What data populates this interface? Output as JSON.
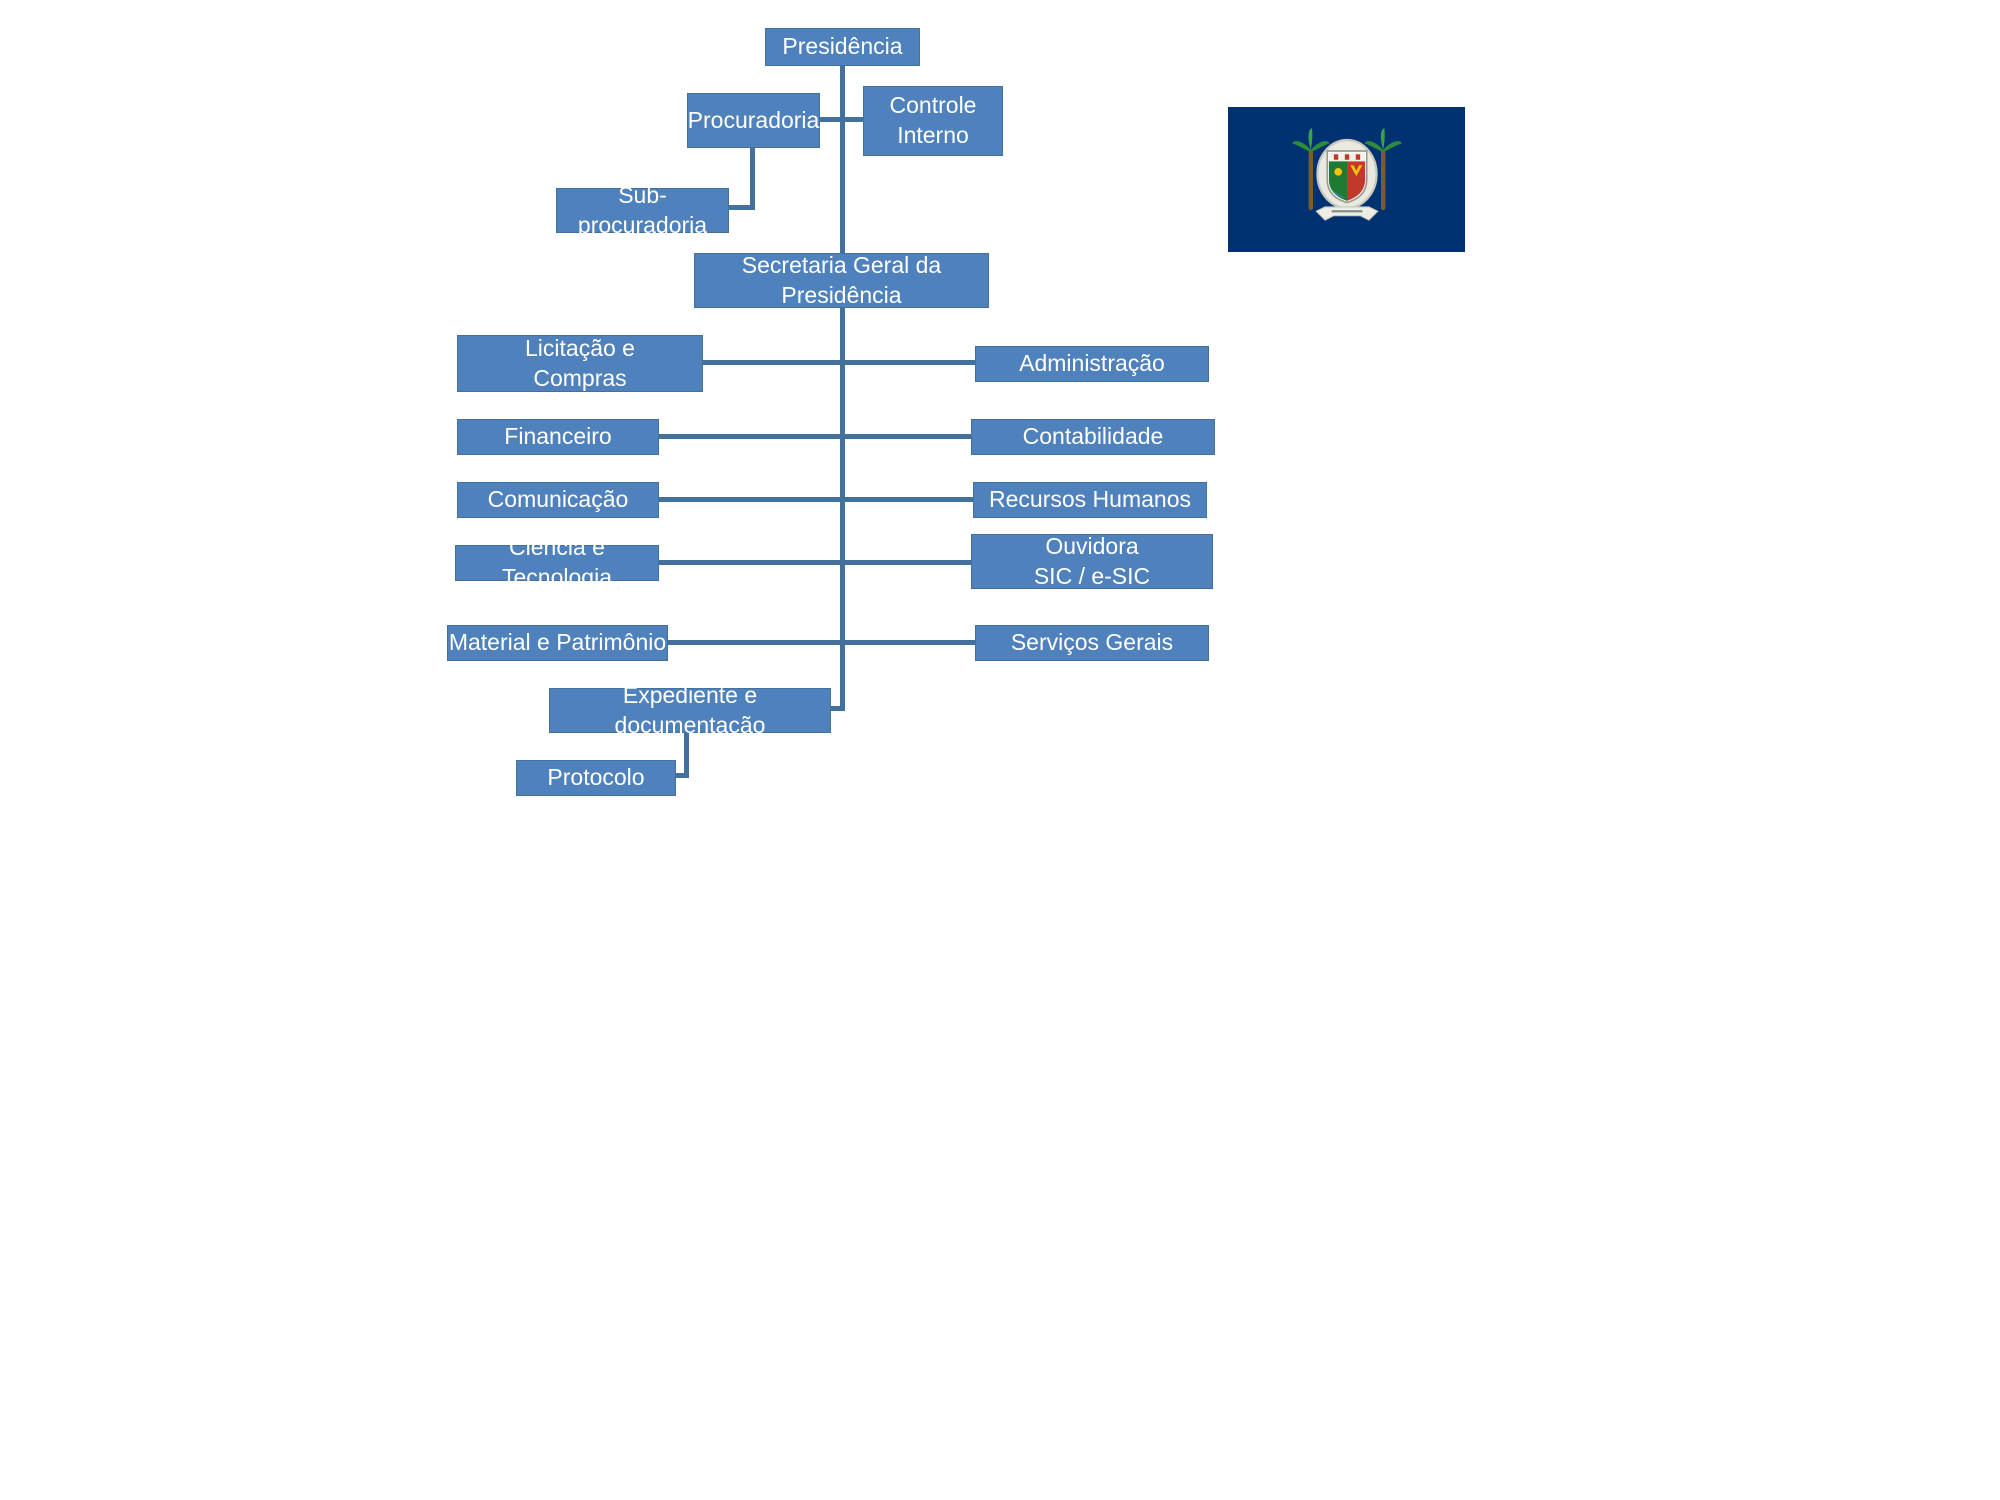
{
  "diagram": {
    "box_fill": "#4f81bd",
    "box_border": "#41719c",
    "line_color": "#41719c",
    "text_color": "#ffffff",
    "nodes": {
      "presidencia": {
        "label": "Presidência"
      },
      "procuradoria": {
        "label": "Procuradoria"
      },
      "controle_interno": {
        "label": "Controle\nInterno"
      },
      "sub_procuradoria": {
        "label": "Sub-procuradoria"
      },
      "secretaria_geral": {
        "label": "Secretaria Geral da\nPresidência"
      },
      "licitacao_compras": {
        "label": "Licitação e\nCompras"
      },
      "administracao": {
        "label": "Administração"
      },
      "financeiro": {
        "label": "Financeiro"
      },
      "contabilidade": {
        "label": "Contabilidade"
      },
      "comunicacao": {
        "label": "Comunicação"
      },
      "recursos_humanos": {
        "label": "Recursos Humanos"
      },
      "ciencia_tecnologia": {
        "label": "Ciência e Tecnologia"
      },
      "ouvidora": {
        "label": "Ouvidora\nSIC / e-SIC"
      },
      "material_patrimonio": {
        "label": "Material e Patrimônio"
      },
      "servicos_gerais": {
        "label": "Serviços Gerais"
      },
      "expediente_documentacao": {
        "label": "Expediente e documentação"
      },
      "protocolo": {
        "label": "Protocolo"
      }
    }
  },
  "flag": {
    "field_color": "#003272",
    "emblem": "coat-of-arms"
  }
}
